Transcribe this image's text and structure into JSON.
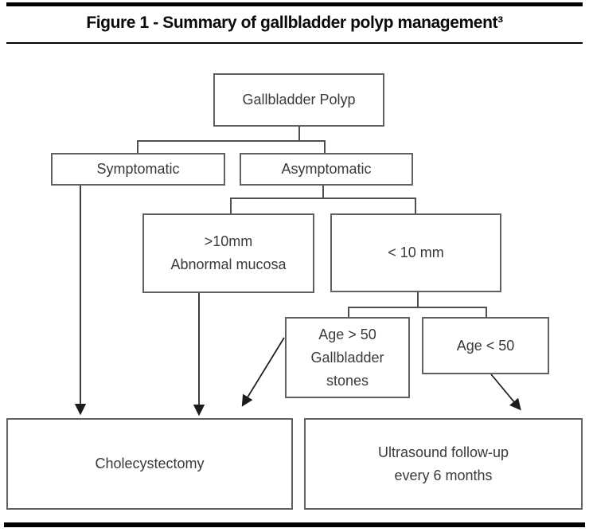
{
  "figure": {
    "title": "Figure 1 - Summary of gallbladder polyp management³"
  },
  "colors": {
    "rule": "#000000",
    "box_border": "#616161",
    "connector": "#4f4f4f",
    "arrow": "#1c1c1c",
    "text": "#3a3a3a"
  },
  "nodes": {
    "root": {
      "label": "Gallbladder Polyp"
    },
    "symptomatic": {
      "label": "Symptomatic"
    },
    "asymptomatic": {
      "label": "Asymptomatic"
    },
    "over_10mm": {
      "label": ">10mm\nAbnormal mucosa"
    },
    "under_10mm": {
      "label": "< 10 mm"
    },
    "age_over_50": {
      "label": "Age > 50\nGallbladder\nstones"
    },
    "age_under_50": {
      "label": "Age < 50"
    },
    "cholecystectomy": {
      "label": "Cholecystectomy"
    },
    "ultrasound": {
      "label": "Ultrasound follow-up\nevery 6 months"
    }
  }
}
